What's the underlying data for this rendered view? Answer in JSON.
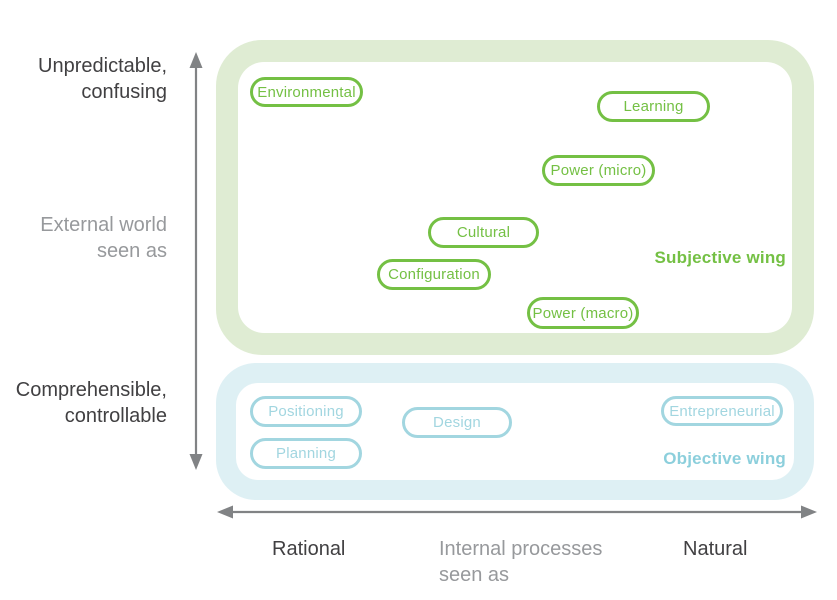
{
  "colors": {
    "green": "#74c044",
    "green_light": "#dfecd3",
    "blue": "#a2d6e0",
    "blue_strong": "#8ccfdc",
    "blue_light": "#def0f4",
    "text_dark": "#414042",
    "text_gray": "#97999c",
    "arrow": "#818385"
  },
  "axes": {
    "vertical": {
      "top_label": "Unpredictable,\nconfusing",
      "mid_label": "External world\nseen as",
      "bottom_label": "Comprehensible,\ncontrollable"
    },
    "horizontal": {
      "left_label": "Rational",
      "mid_label": "Internal processes\nseen as",
      "right_label": "Natural"
    }
  },
  "subjective_wing": {
    "label": "Subjective wing",
    "schools": [
      {
        "label": "Environmental"
      },
      {
        "label": "Learning"
      },
      {
        "label": "Power (micro)"
      },
      {
        "label": "Cultural"
      },
      {
        "label": "Configuration"
      },
      {
        "label": "Power (macro)"
      }
    ]
  },
  "objective_wing": {
    "label": "Objective wing",
    "schools": [
      {
        "label": "Positioning"
      },
      {
        "label": "Planning"
      },
      {
        "label": "Design"
      },
      {
        "label": "Entrepreneurial"
      }
    ]
  }
}
